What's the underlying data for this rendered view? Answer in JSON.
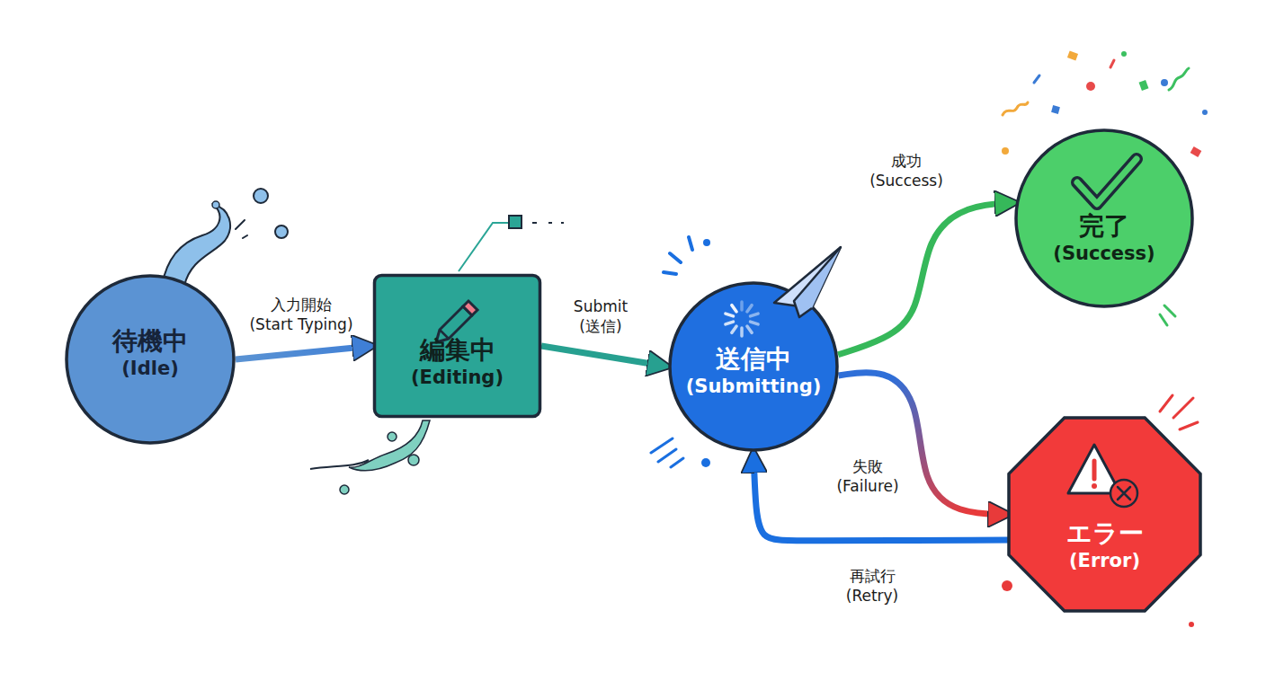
{
  "diagram": {
    "nodes": [
      {
        "text": [
          "待機中",
          "(Idle)"
        ]
      },
      {
        "text": [
          "編集中",
          "(Editing)"
        ]
      },
      {
        "text": [
          "送信中",
          "(Submitting)"
        ]
      },
      {
        "text": [
          "完了",
          "(Success)"
        ]
      },
      {
        "text": [
          "エラー",
          "(Error)"
        ]
      }
    ],
    "edges": [
      {
        "from": 0,
        "to": 1,
        "arrow": "to",
        "label": "入力開始 (Start Typing)"
      },
      {
        "from": 1,
        "to": 2,
        "arrow": "to",
        "label": "Submit (送信)"
      },
      {
        "from": 2,
        "to": 3,
        "arrow": "to",
        "label": "成功 (Success)"
      },
      {
        "from": 2,
        "to": 4,
        "arrow": "to",
        "label": "失敗 (Failure)"
      },
      {
        "from": 4,
        "to": 2,
        "arrow": "to",
        "label": "再試行 (Retry)"
      }
    ]
  }
}
